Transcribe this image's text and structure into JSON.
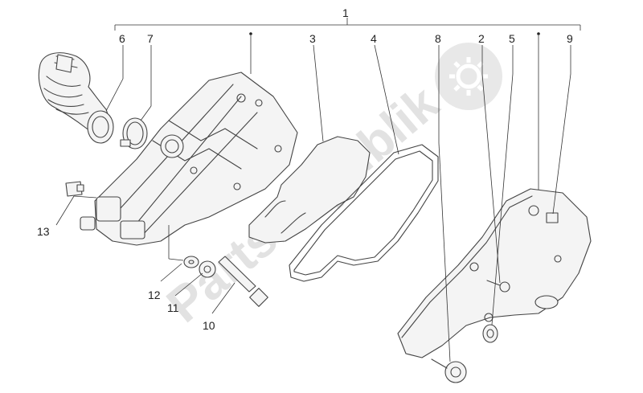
{
  "watermark": {
    "text": "PartsRepublik"
  },
  "callouts": [
    {
      "id": "1",
      "label": "1"
    },
    {
      "id": "2",
      "label": "2"
    },
    {
      "id": "3",
      "label": "3"
    },
    {
      "id": "4",
      "label": "4"
    },
    {
      "id": "5",
      "label": "5"
    },
    {
      "id": "6",
      "label": "6"
    },
    {
      "id": "7",
      "label": "7"
    },
    {
      "id": "8",
      "label": "8"
    },
    {
      "id": "9",
      "label": "9"
    },
    {
      "id": "10",
      "label": "10"
    },
    {
      "id": "11",
      "label": "11"
    },
    {
      "id": "12",
      "label": "12"
    },
    {
      "id": "13",
      "label": "13"
    }
  ]
}
